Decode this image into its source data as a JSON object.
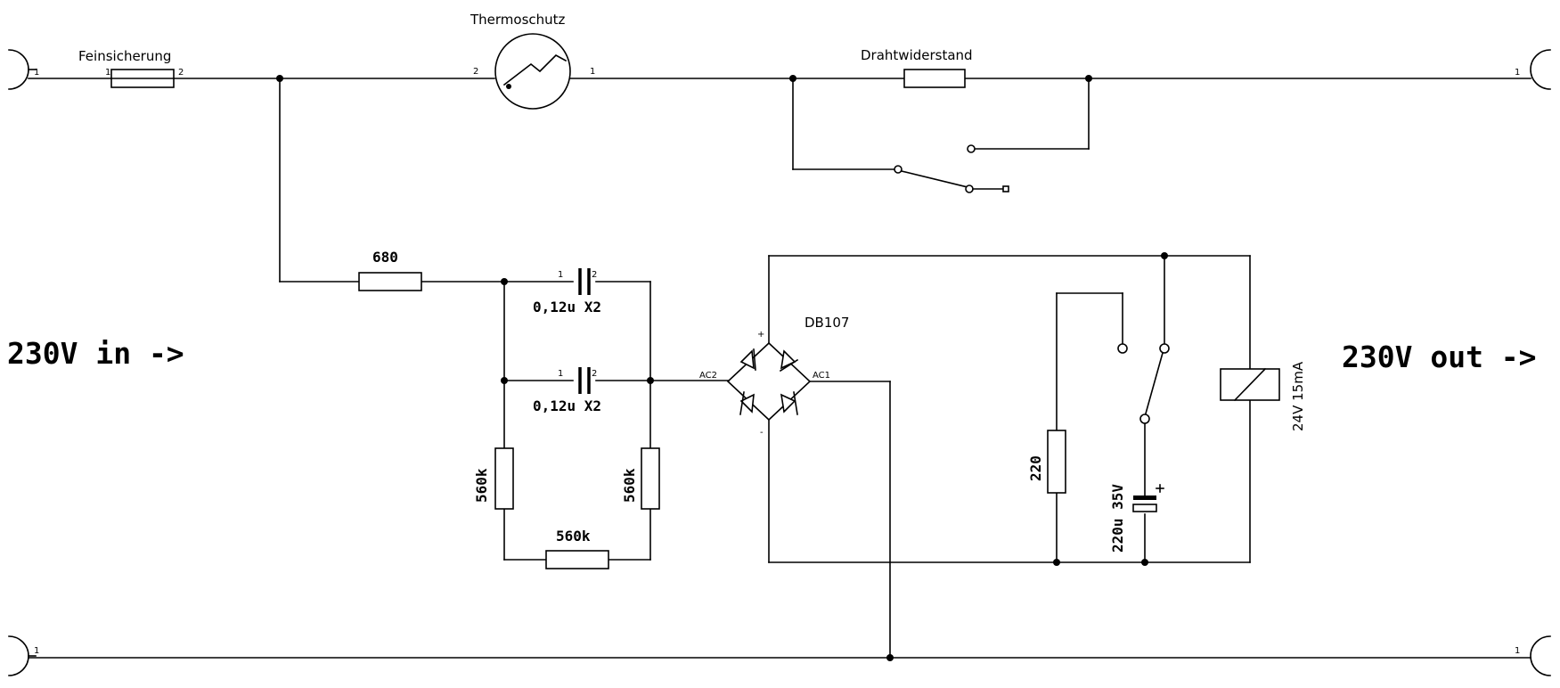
{
  "labels": {
    "feinsicherung": "Feinsicherung",
    "thermoschutz": "Thermoschutz",
    "drahtwiderstand": "Drahtwiderstand",
    "r680": "680",
    "cap1": "0,12u  X2",
    "cap2": "0,12u  X2",
    "r560_left": "560k",
    "r560_right": "560k",
    "r560_bottom": "560k",
    "bridge": "DB107",
    "r220": "220",
    "elko": "220u 35V",
    "relay": "24V 15mA",
    "input": "230V in ->",
    "output": "230V out ->"
  },
  "pins": {
    "one": "1",
    "two": "2",
    "ac1": "AC1",
    "ac2": "AC2",
    "plus": "+",
    "minus": "-"
  }
}
